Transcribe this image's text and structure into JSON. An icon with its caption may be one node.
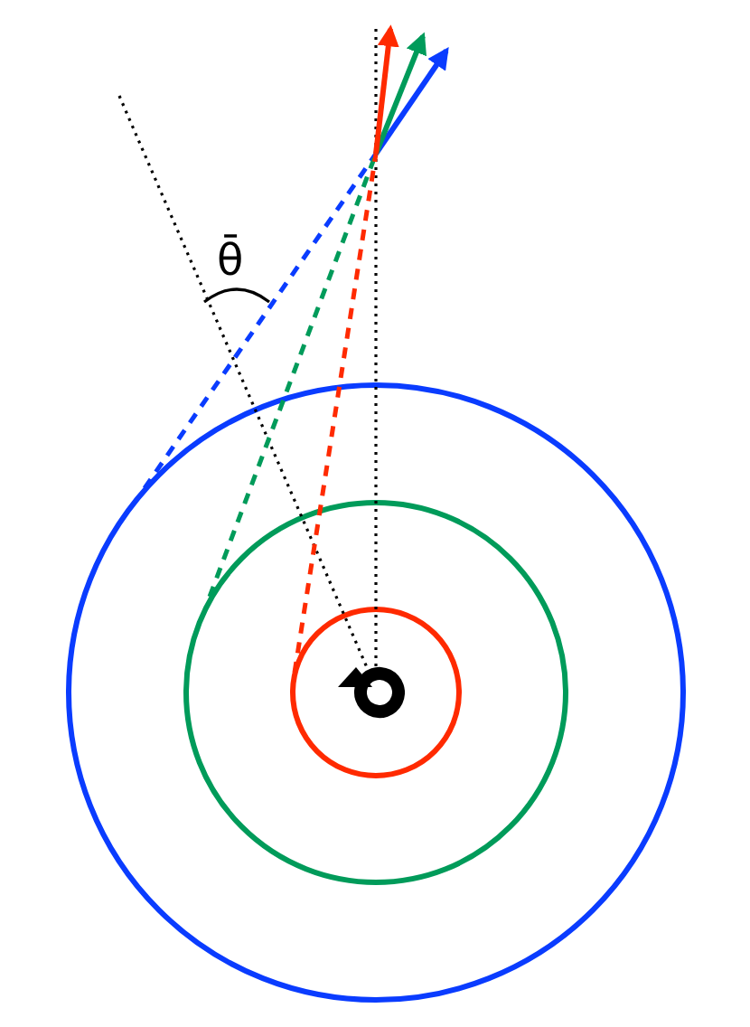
{
  "diagram": {
    "nodes": [
      {
        "text": [],
        "shape": "circle"
      },
      {
        "text": [],
        "shape": "circle",
        "in": 0
      },
      {
        "text": [],
        "shape": "circle",
        "in": 1
      }
    ],
    "labels": [
      "θ̄"
    ]
  }
}
